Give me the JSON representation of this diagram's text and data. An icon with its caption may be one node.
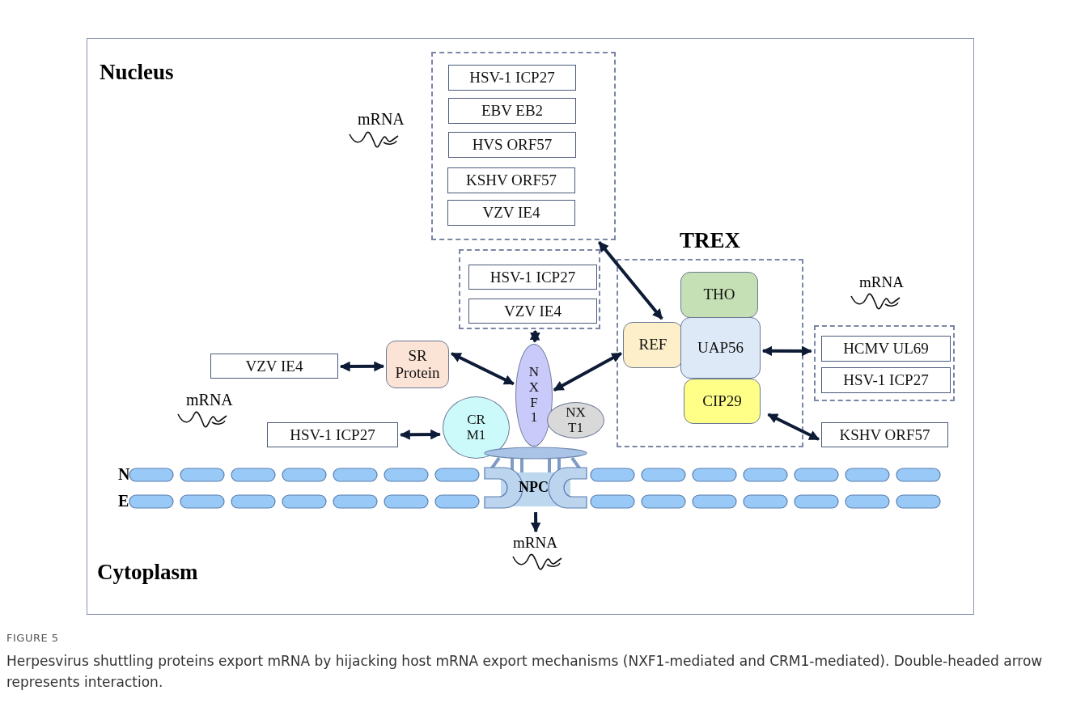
{
  "diagram": {
    "caption": "Herpesvirus shuttling proteins export mRNA by hijacking host mRNA export mechanisms (NXF1-mediated and CRM1-mediated). Double-headed arrow represents interaction.",
    "nodes": [
      {
        "text": [],
        "shape": "box"
      },
      {
        "text": [
          "HSV-1 ICP27"
        ],
        "in": 0
      },
      {
        "text": [
          "EBV EB2"
        ],
        "in": 0
      },
      {
        "text": [
          "HVS ORF57"
        ],
        "in": 0
      },
      {
        "text": [
          "KSHV ORF57"
        ],
        "in": 0
      },
      {
        "text": [
          "VZV IE4"
        ],
        "in": 0
      },
      {
        "text": [
          "TREX"
        ]
      },
      {
        "text": [],
        "shape": "box"
      },
      {
        "text": [
          "HSV-1 ICP27"
        ],
        "in": 7
      },
      {
        "text": [
          "VZV IE4"
        ],
        "in": 7
      },
      {
        "text": [
          "THO"
        ],
        "in": 6
      },
      {
        "text": [
          "REF"
        ],
        "in": 6
      },
      {
        "text": [
          "UAP56"
        ],
        "in": 6
      },
      {
        "text": [],
        "shape": "box"
      },
      {
        "text": [
          "HCMV UL69"
        ],
        "in": 13
      },
      {
        "text": [
          "HSV-1 ICP27"
        ],
        "in": 13
      },
      {
        "text": [
          "VZV IE4"
        ]
      },
      {
        "text": [
          "SR Protein"
        ]
      },
      {
        "text": [
          "N X F 1"
        ]
      },
      {
        "text": [
          "CIP29"
        ],
        "in": 6
      },
      {
        "text": [
          "CR M1"
        ]
      },
      {
        "text": [
          "NX T1"
        ]
      },
      {
        "text": [
          "HSV-1 ICP27"
        ]
      },
      {
        "text": [
          "KSHV ORF57"
        ]
      },
      {
        "text": [
          "NPC"
        ]
      },
      {
        "text": [
          "mRNA"
        ]
      }
    ],
    "edges": [
      {
        "from": 0,
        "to": 11,
        "arrow": "both"
      },
      {
        "from": 7,
        "to": 18,
        "arrow": "both"
      },
      {
        "from": 18,
        "to": 11,
        "arrow": "both"
      },
      {
        "from": 16,
        "to": 17,
        "arrow": "both"
      },
      {
        "from": 17,
        "to": 18,
        "arrow": "both"
      },
      {
        "from": 22,
        "to": 20,
        "arrow": "both"
      },
      {
        "from": 12,
        "to": 13,
        "arrow": "both"
      },
      {
        "from": 19,
        "to": 23,
        "arrow": "both"
      },
      {
        "from": 24,
        "to": 25,
        "arrow": "to"
      }
    ],
    "labels": [
      "Nucleus",
      "mRNA",
      "mRNA",
      "mRNA",
      "N",
      "E",
      "Cytoplasm",
      "FIGURE 5"
    ]
  }
}
